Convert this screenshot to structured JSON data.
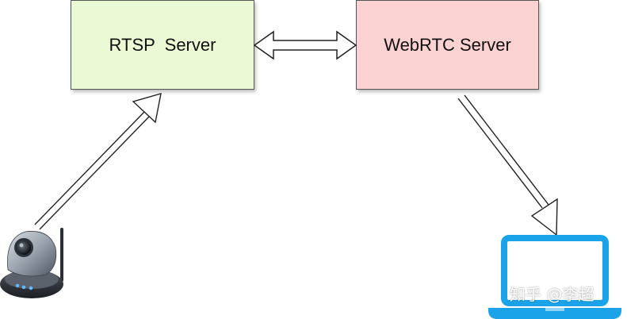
{
  "nodes": {
    "rtsp_server": {
      "label": "RTSP  Server",
      "fill": "#ebfad4"
    },
    "webrtc_server": {
      "label": "WebRTC Server",
      "fill": "#fbd2d2"
    }
  },
  "icons": {
    "camera": "ip-camera-icon",
    "laptop": "laptop-icon"
  },
  "edges": [
    {
      "from": "camera",
      "to": "rtsp_server",
      "style": "hollow-arrow"
    },
    {
      "from": "rtsp_server",
      "to": "webrtc_server",
      "style": "hollow-double-arrow"
    },
    {
      "from": "webrtc_server",
      "to": "laptop",
      "style": "hollow-arrow"
    }
  ],
  "colors": {
    "laptop": "#1aa3e8",
    "arrow_stroke": "#222222"
  },
  "watermark": {
    "text": "知乎 @李超"
  }
}
